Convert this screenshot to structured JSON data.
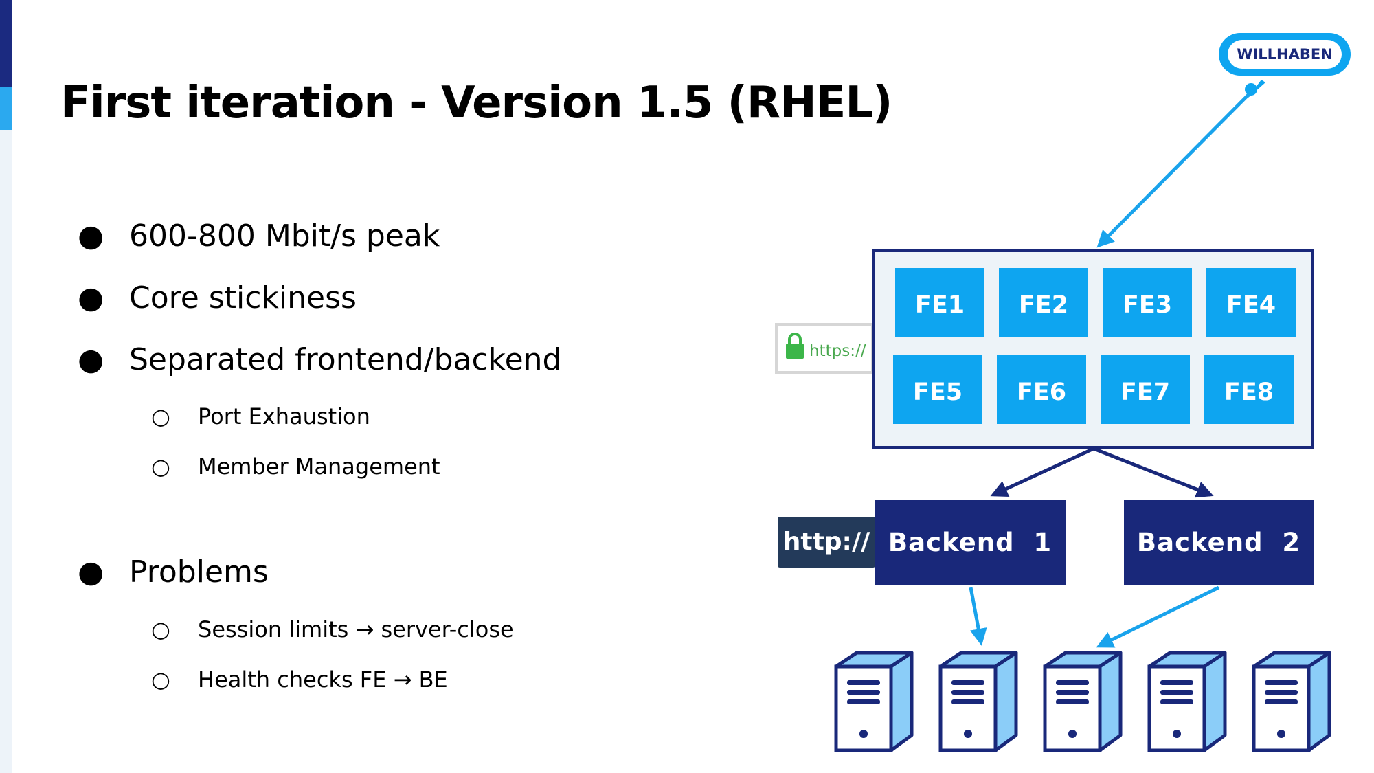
{
  "slide": {
    "title": "First iteration - Version 1.5 (RHEL)"
  },
  "bullets": {
    "b1": "600-800 Mbit/s peak",
    "b2": "Core stickiness",
    "b3": "Separated frontend/backend",
    "b3_sub1": "Port Exhaustion",
    "b3_sub2": "Member Management",
    "b4": "Problems",
    "b4_sub1": "Session limits → server-close",
    "b4_sub2": "Health checks FE → BE"
  },
  "bullet_marks": {
    "primary": "●",
    "secondary": "○"
  },
  "diagram": {
    "logo_text": "WILLHABEN",
    "https_label": "https://",
    "http_label": "http://",
    "frontends": [
      "FE1",
      "FE2",
      "FE3",
      "FE4",
      "FE5",
      "FE6",
      "FE7",
      "FE8"
    ],
    "backends": [
      "Backend  1",
      "Backend  2"
    ],
    "server_count": 5,
    "colors": {
      "frontend_box": "#0ea5f0",
      "backend_box": "#19287a",
      "arrow_light": "#19a3ec",
      "arrow_dark": "#19287a",
      "server_fill": "#8bcdf8",
      "server_outline": "#19287a",
      "http_badge": "#233a5a",
      "lock_green": "#3cb649"
    }
  }
}
